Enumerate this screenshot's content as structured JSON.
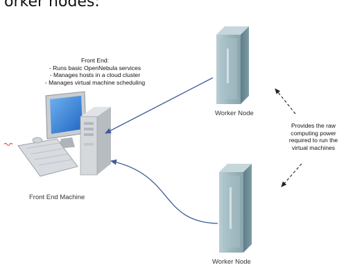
{
  "top_text": "orker nodes:",
  "front_end_desc": {
    "title": "Front End:",
    "items": [
      "- Runs basic OpenNebula services",
      "- Manages hosts in a cloud cluster",
      "- Manages virtual machine scheduling"
    ]
  },
  "front_end_machine_label": "Front End Machine",
  "worker_node_top_label": "Worker Node",
  "worker_node_bottom_label": "Worker Node",
  "provides_text": [
    "Provides the raw",
    "computing power",
    "required to run the",
    "virtual machines"
  ],
  "colors": {
    "arrow": "#3d5c9a",
    "server_body": "#6b8a93",
    "server_front": "#a8bfc6",
    "monitor_screen": "#2f7fd8"
  }
}
